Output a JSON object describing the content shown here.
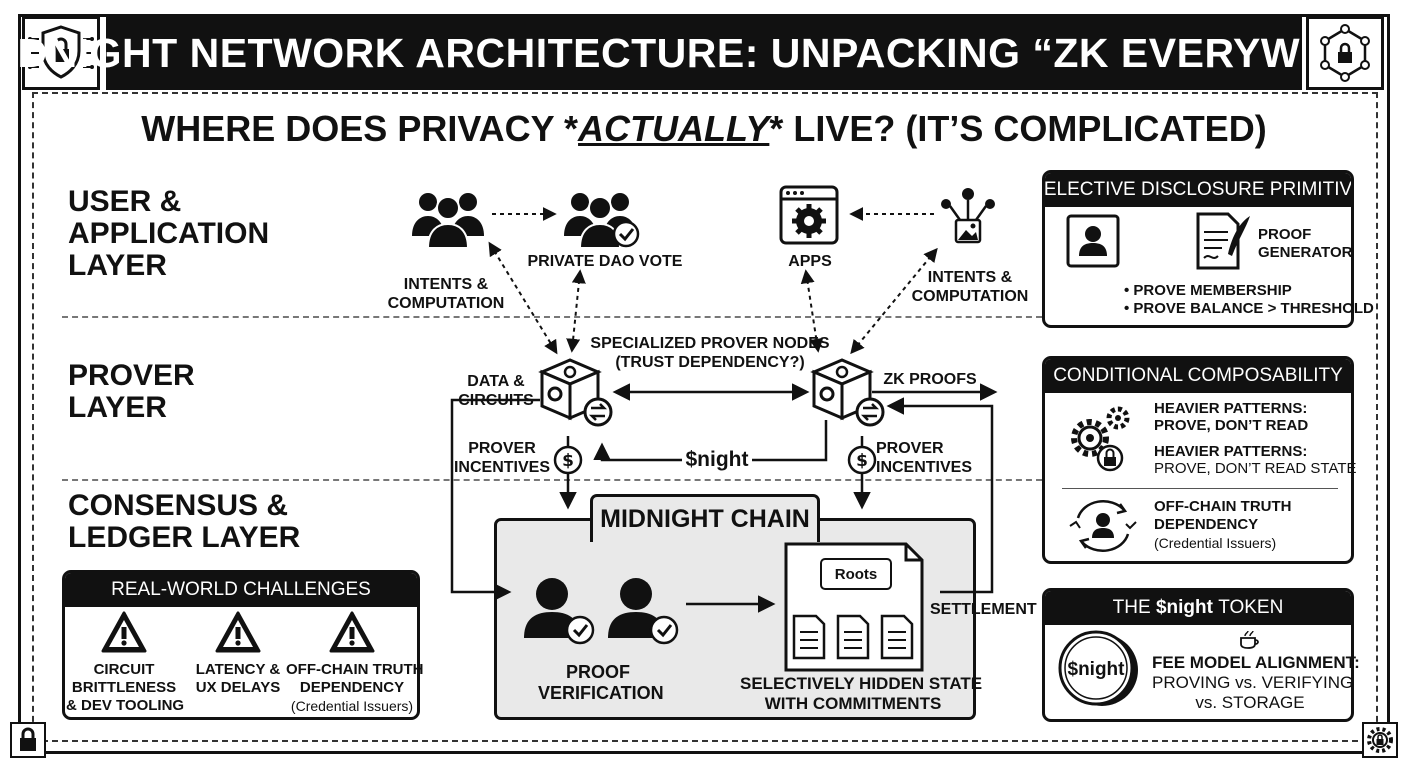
{
  "header": {
    "title": "MIDNIGHT NETWORK ARCHITECTURE: UNPACKING “ZK EVERYWHERE”",
    "subtitle_before": "WHERE DOES PRIVACY *",
    "subtitle_emphasis": "ACTUALLY",
    "subtitle_after": "* LIVE? (IT’S COMPLICATED)"
  },
  "layers": {
    "user_app": [
      "USER &",
      "APPLICATION",
      "LAYER"
    ],
    "prover": [
      "PROVER",
      "LAYER"
    ],
    "consensus": [
      "CONSENSUS &",
      "LEDGER LAYER"
    ]
  },
  "user_layer": {
    "private_dao_vote": "PRIVATE DAO VOTE",
    "apps": "APPS",
    "intents_left": [
      "INTENTS &",
      "COMPUTATION"
    ],
    "intents_right": [
      "INTENTS &",
      "COMPUTATION"
    ]
  },
  "prover_layer": {
    "specialized_nodes": [
      "SPECIALIZED PROVER NODES",
      "(TRUST DEPENDENCY?)"
    ],
    "data_circuits": [
      "DATA &",
      "CIRCUITS"
    ],
    "zk_proofs": "ZK PROOFS",
    "prover_incentives_left": [
      "PROVER",
      "INCENTIVES"
    ],
    "prover_incentives_right": [
      "PROVER",
      "INCENTIVES"
    ],
    "night": "$night"
  },
  "chain": {
    "title": "MIDNIGHT CHAIN",
    "roots": "Roots",
    "proof_verification": [
      "PROOF",
      "VERIFICATION"
    ],
    "hidden_state": [
      "SELECTIVELY HIDDEN STATE",
      "WITH COMMITMENTS"
    ],
    "settlement": "SETTLEMENT"
  },
  "challenges": {
    "title": "REAL-WORLD CHALLENGES",
    "items": [
      {
        "lines": [
          "CIRCUIT",
          "BRITTLENESS",
          "& DEV TOOLING"
        ],
        "note": ""
      },
      {
        "lines": [
          "LATENCY &",
          "UX DELAYS"
        ],
        "note": ""
      },
      {
        "lines": [
          "OFF-CHAIN TRUTH",
          "DEPENDENCY"
        ],
        "note": "(Credential Issuers)"
      }
    ]
  },
  "selective_disclosure": {
    "title": "SELECTIVE DISCLOSURE PRIMITIVE",
    "proof_generator": [
      "PROOF",
      "GENERATOR"
    ],
    "bullets": [
      "• PROVE MEMBERSHIP",
      "• PROVE BALANCE > THRESHOLD"
    ]
  },
  "conditional": {
    "title": "CONDITIONAL COMPOSABILITY",
    "item1": [
      "HEAVIER PATTERNS:",
      "PROVE, DON’T READ"
    ],
    "item2_head": "HEAVIER PATTERNS:",
    "item2_body": "PROVE, DON’T READ STATE",
    "item3": [
      "OFF-CHAIN TRUTH",
      "DEPENDENCY"
    ],
    "item3_note": "(Credential Issuers)"
  },
  "token": {
    "title_before": "THE ",
    "title_bold": "$night",
    "title_after": " TOKEN",
    "coin": "$night",
    "fee_head": "FEE MODEL ALIGNMENT:",
    "fee_lines": [
      "PROVING vs. VERIFYING",
      "vs. STORAGE"
    ]
  },
  "icons": [
    "shield-lock-icon",
    "network-lock-icon",
    "people-icon",
    "people-check-icon",
    "app-window-gear-icon",
    "network-image-icon",
    "prover-cube-icon",
    "dollar-coin-icon",
    "user-check-icon",
    "document-icon",
    "warning-icon",
    "user-card-icon",
    "signed-document-icon",
    "gears-lock-icon",
    "user-cycle-icon",
    "coin-icon",
    "lock-icon"
  ]
}
